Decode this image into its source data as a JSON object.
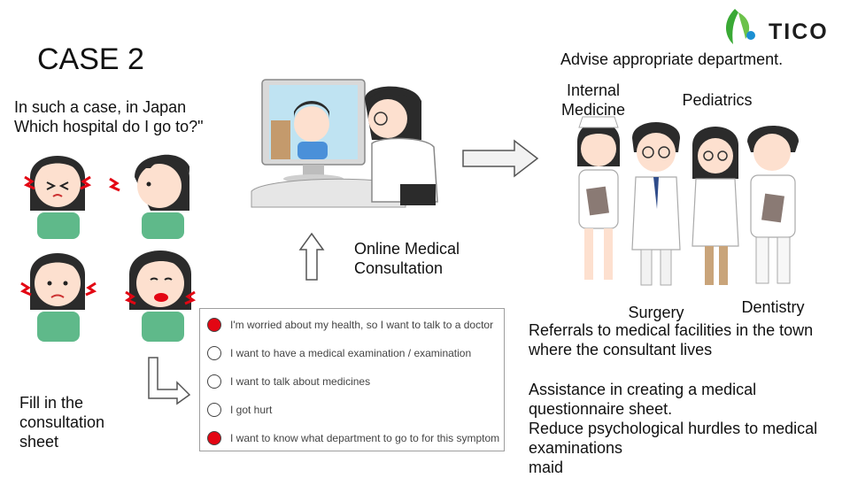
{
  "logo": {
    "text": "TICO",
    "icon": "leaf-logo-icon",
    "color_leaf": "#3aa935",
    "color_dot": "#1b8fd2"
  },
  "title": "CASE 2",
  "question": {
    "line1": "In such a case, in Japan",
    "line2": "Which hospital do I go to?\""
  },
  "fill_label": {
    "line1": "Fill in the",
    "line2": "consultation",
    "line3": "sheet"
  },
  "online_label": {
    "line1": "Online Medical",
    "line2": "Consultation"
  },
  "advise": "Advise appropriate department.",
  "departments": {
    "internal_1": "Internal",
    "internal_2": "Medicine",
    "pediatrics": "Pediatrics",
    "surgery": "Surgery",
    "dentistry": "Dentistry"
  },
  "referrals": {
    "line1": "Referrals to medical facilities in the town",
    "line2": "where the consultant lives"
  },
  "assistance": {
    "line1": "Assistance in creating a medical",
    "line2": "questionnaire sheet.",
    "line3": "Reduce psychological hurdles to medical",
    "line4": "examinations",
    "line5": "maid"
  },
  "sheet": {
    "options": [
      {
        "label": "I'm worried about my health, so I want to talk to a doctor",
        "checked": true
      },
      {
        "label": "I want to have a medical examination / examination",
        "checked": false
      },
      {
        "label": "I want to talk about medicines",
        "checked": false
      },
      {
        "label": "I got hurt",
        "checked": false
      },
      {
        "label": "I want to know what department to go to for this symptom",
        "checked": true
      }
    ],
    "checked_color": "#e30613"
  }
}
